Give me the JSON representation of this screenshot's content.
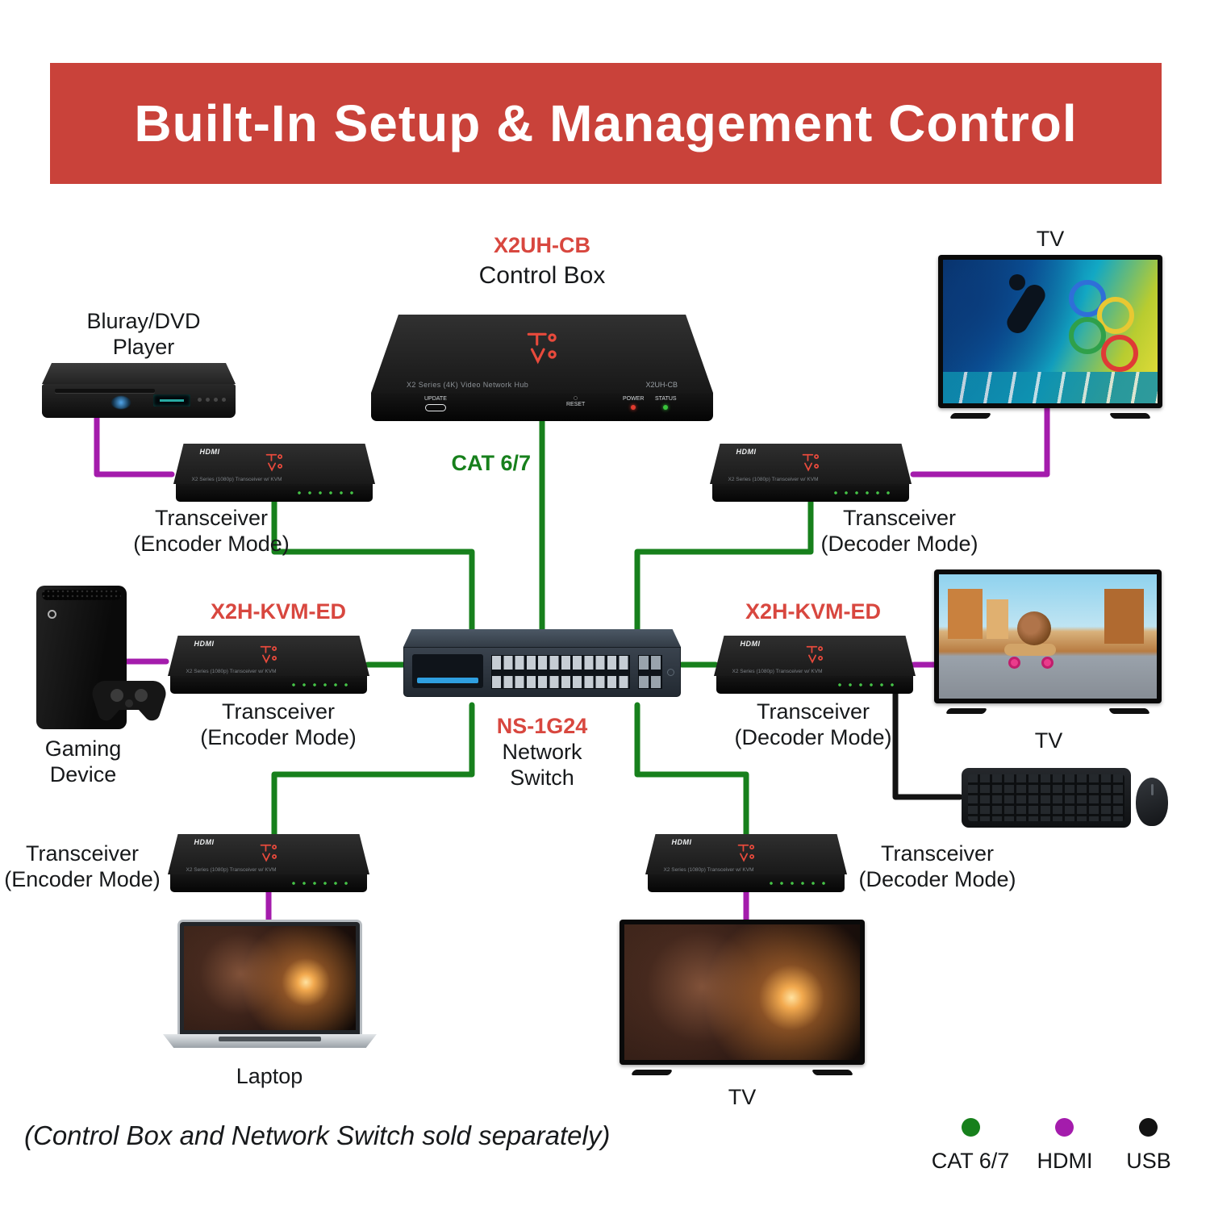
{
  "colors": {
    "banner": "#C9423A",
    "accent": "#D8473F",
    "cat": "#17801C",
    "hdmi": "#A41CAC",
    "usb": "#131313"
  },
  "header": {
    "title": "Built-In Setup & Management Control"
  },
  "control_box": {
    "model": "X2UH-CB",
    "name": "Control Box",
    "panel_text": "X2 Series (4K) Video Network Hub",
    "panel_model": "X2UH-CB",
    "update_label": "UPDATE",
    "reset_label": "RESET",
    "power_label": "POWER",
    "status_label": "STATUS"
  },
  "network_switch": {
    "model": "NS-1G24",
    "name_line1": "Network",
    "name_line2": "Switch"
  },
  "cable_label": "CAT 6/7",
  "kvm_model": "X2H-KVM-ED",
  "labels": {
    "transceiver": "Transceiver",
    "encoder_mode": "(Encoder Mode)",
    "decoder_mode": "(Decoder Mode)"
  },
  "transceiver_device": {
    "hdmi_logo": "HDMI",
    "panel_text": "X2 Series (1080p) Transceiver w/ KVM"
  },
  "devices": {
    "bluray": {
      "label_line1": "Bluray/DVD",
      "label_line2": "Player"
    },
    "gaming": {
      "label_line1": "Gaming",
      "label_line2": "Device"
    },
    "laptop": {
      "label": "Laptop"
    },
    "tv_top": {
      "label": "TV"
    },
    "tv_mid": {
      "label": "TV"
    },
    "tv_bottom": {
      "label": "TV"
    }
  },
  "footnote": "(Control Box and Network Switch sold separately)",
  "legend": [
    {
      "label": "CAT 6/7",
      "color_key": "cat"
    },
    {
      "label": "HDMI",
      "color_key": "hdmi"
    },
    {
      "label": "USB",
      "color_key": "usb"
    }
  ]
}
